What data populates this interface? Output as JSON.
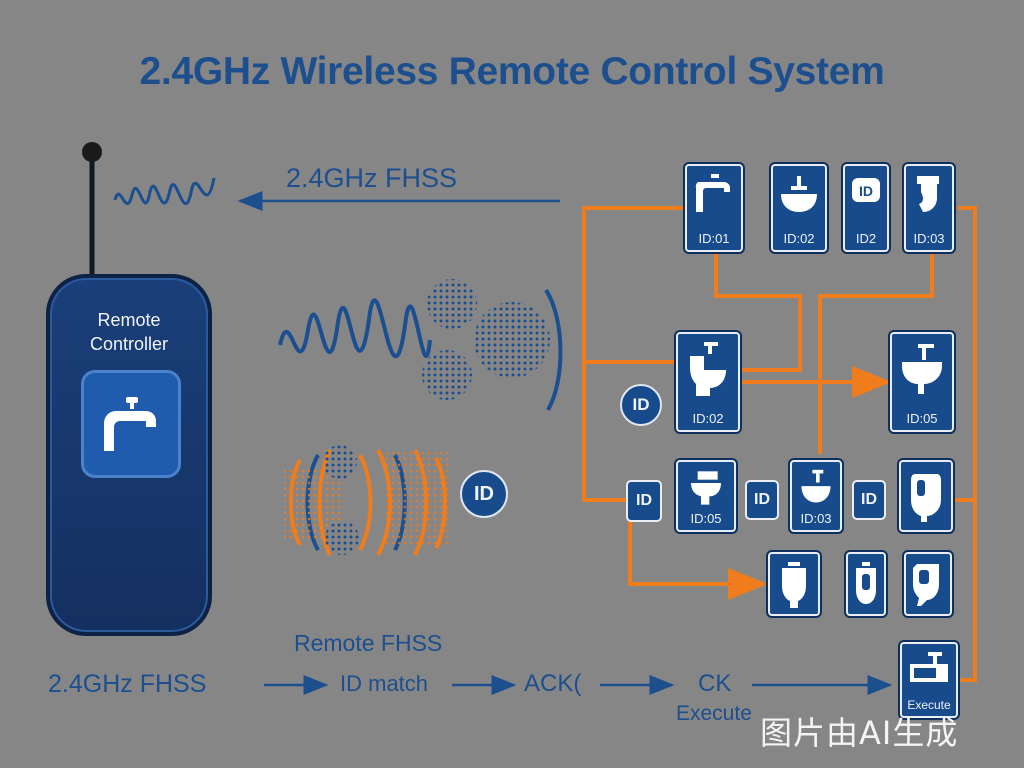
{
  "title": "2.4GHz Wireless Remote Control System",
  "labels": {
    "fhss_top": "2.4GHz FHSS",
    "remote_fhss": "Remote FHSS"
  },
  "remote": {
    "label_line1": "Remote",
    "label_line2": "Controller",
    "button_icon": "faucet-icon"
  },
  "flow": [
    "2.4GHz FHSS",
    "ID match",
    "ACK(",
    "CK",
    "Execute"
  ],
  "id_badges": {
    "circle_mid": "ID",
    "circle_wave": "ID",
    "row3_a": "ID",
    "row3_b": "ID",
    "row3_c": "ID"
  },
  "devices": {
    "top_faucet": {
      "id": "ID:01",
      "icon": "faucet-icon"
    },
    "top_basin": {
      "id": "ID:02",
      "icon": "basin-icon"
    },
    "top_idcard": {
      "id": "ID2",
      "icon": "id-icon",
      "badge": "ID"
    },
    "top_urinal": {
      "id": "ID:03",
      "icon": "urinal-valve-icon"
    },
    "mid_toilet": {
      "id": "ID:02",
      "icon": "toilet-icon"
    },
    "mid_sink": {
      "id": "ID:05",
      "icon": "sink-icon"
    },
    "row3_toilet": {
      "id": "ID:05",
      "icon": "toilet-icon"
    },
    "row3_basin": {
      "id": "ID:03",
      "icon": "basin-icon"
    },
    "row3_urinal": {
      "id": "",
      "icon": "urinal-icon"
    },
    "bottom_urinal_1": {
      "id": "",
      "icon": "urinal-icon"
    },
    "bottom_urinal_2": {
      "id": "",
      "icon": "urinal-icon"
    },
    "bottom_urinal_3": {
      "id": "",
      "icon": "urinal-icon"
    },
    "execute": {
      "id": "Execute",
      "icon": "faucet-icon"
    }
  },
  "colors": {
    "orange": "#f07c1c",
    "blue": "#1d4f8f",
    "card": "#174b8c"
  },
  "watermark": "图片由AI生成"
}
